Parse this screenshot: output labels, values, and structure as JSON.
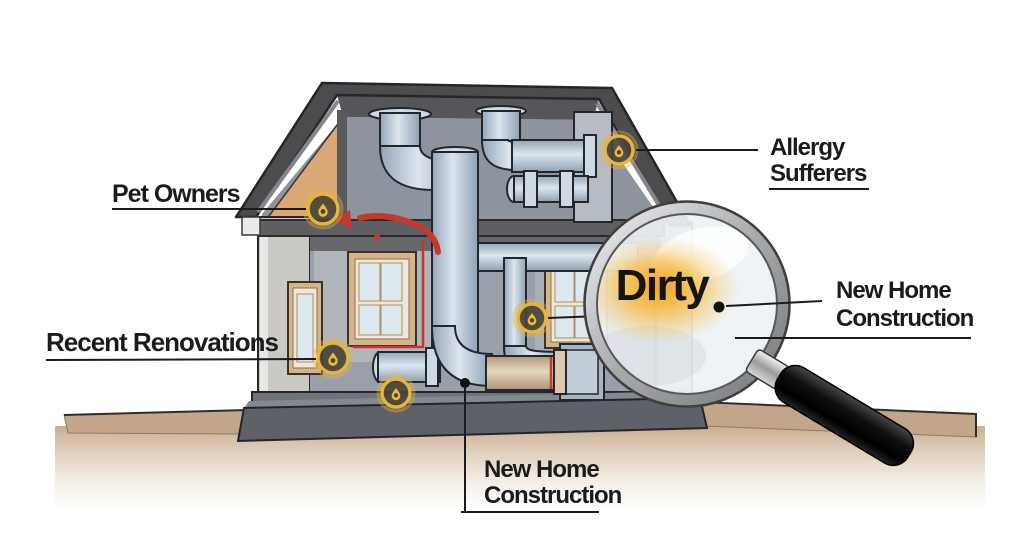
{
  "scene": {
    "description": "Cutaway house HVAC ductwork diagram with a magnifying glass revealing dirty ducts",
    "magnifier_text": "Dirty"
  },
  "labels": {
    "pet_owners": {
      "text": "Pet Owners"
    },
    "allergy_sufferers": {
      "line1": "Allergy",
      "line2": "Sufferers"
    },
    "recent_renovations": {
      "text": "Recent Renovations"
    },
    "new_home_construction_right": {
      "line1": "New Home",
      "line2": "Construction"
    },
    "new_home_construction_bottom": {
      "line1": "New Home",
      "line2": "Construction"
    }
  },
  "badges": [
    {
      "location": "attic-left",
      "icon": "drop-icon",
      "linked_label": "Pet Owners"
    },
    {
      "location": "attic-right",
      "icon": "drop-icon",
      "linked_label": "Allergy Sufferers"
    },
    {
      "location": "main-floor-left",
      "icon": "drop-icon",
      "linked_label": "Recent Renovations"
    },
    {
      "location": "foundation-left",
      "icon": "drop-icon",
      "linked_label": ""
    },
    {
      "location": "main-floor-right",
      "icon": "drop-icon",
      "linked_label": "Dirty"
    }
  ],
  "colors": {
    "accent_yellow": "#e5b53c",
    "glow_orange": "#f4a42c",
    "alert_red": "#c5382f",
    "label_text": "#1b1b1b",
    "roof_gray": "#4c4c4e",
    "duct_blue_gray": "#bcc8d6",
    "tan_duct": "#cdb69c",
    "gable_tan": "#dba777",
    "ground_tan": "#c3a68a"
  }
}
